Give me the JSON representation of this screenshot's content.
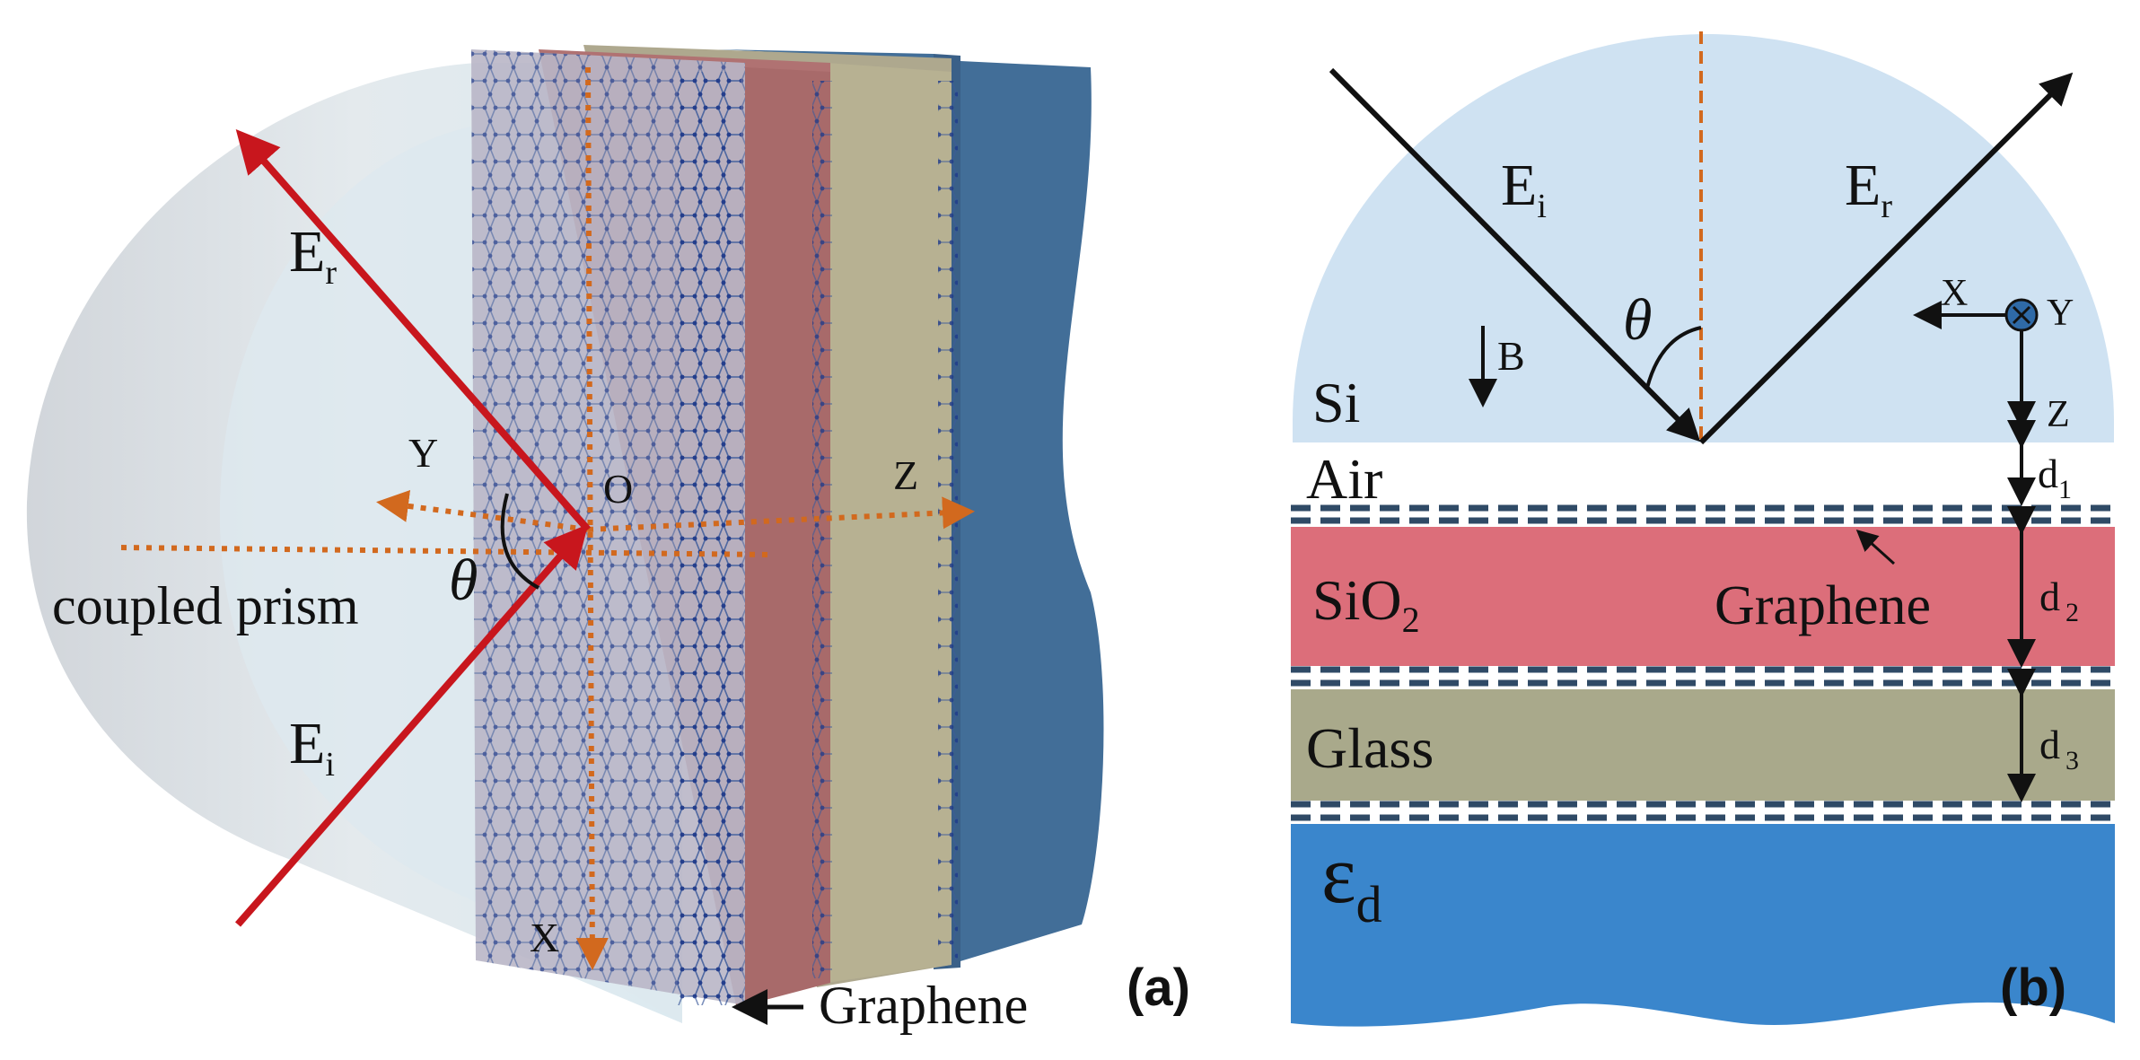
{
  "colors": {
    "prism": "#cfe2f2",
    "sio2": "#dc6e7a",
    "glass": "#a9a98b",
    "substrate": "#3a86cc",
    "red_beam": "#c8161d",
    "orange_axis": "#d2691e",
    "graphene_dash": "#2f4a66",
    "slab_3d_sio2": "#a86a6a",
    "slab_3d_glass": "#aea88e",
    "slab_3d_sub": "#426e98"
  },
  "panel_a": {
    "label": "(a)",
    "E_r": "E",
    "E_r_sub": "r",
    "E_i": "E",
    "E_i_sub": "i",
    "theta": "θ",
    "origin": "O",
    "axis_x": "X",
    "axis_y": "Y",
    "axis_z": "Z",
    "prism_label": "coupled prism",
    "graphene_label": "Graphene"
  },
  "panel_b": {
    "label": "(b)",
    "E_i": "E",
    "E_i_sub": "i",
    "E_r": "E",
    "E_r_sub": "r",
    "theta": "θ",
    "B": "B",
    "axis_x": "X",
    "axis_y": "Y",
    "axis_z": "Z",
    "si": "Si",
    "air": "Air",
    "sio2": "SiO",
    "sio2_sub": "2",
    "graphene": "Graphene",
    "glass": "Glass",
    "eps": "ε",
    "eps_sub": "d",
    "d1": "d",
    "d1_sub": "1",
    "d2": "d",
    "d2_sub": "2",
    "d3": "d",
    "d3_sub": "3"
  }
}
